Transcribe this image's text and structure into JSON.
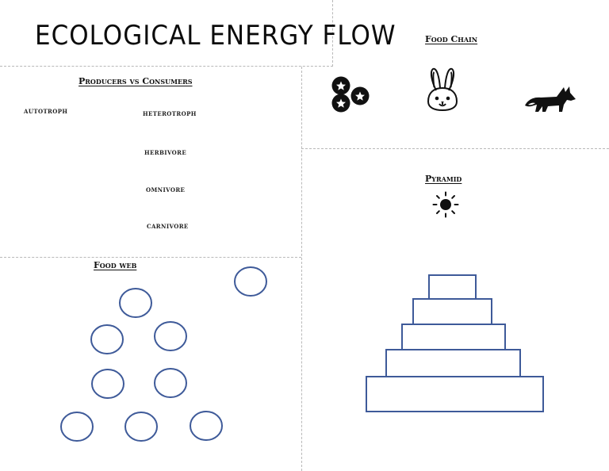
{
  "worksheet": {
    "title": "ECOLOGICAL ENERGY FLOW"
  },
  "food_chain": {
    "heading": "Food Chain",
    "icons": [
      "blueberries-icon",
      "rabbit-icon",
      "fox-icon"
    ]
  },
  "producers_consumers": {
    "heading": "Producers vs Consumers",
    "left_term": "autotroph",
    "right_terms": [
      "heterotroph",
      "herbivore",
      "omnivore",
      "carnivore"
    ]
  },
  "pyramid": {
    "heading": "Pyramid",
    "icon": "sun-icon",
    "levels": 5
  },
  "food_web": {
    "heading": "Food web",
    "circles": 9
  },
  "colors": {
    "outline_blue": "#3e5a99",
    "divider_gray": "#b9b9b9",
    "ink": "#111111"
  }
}
